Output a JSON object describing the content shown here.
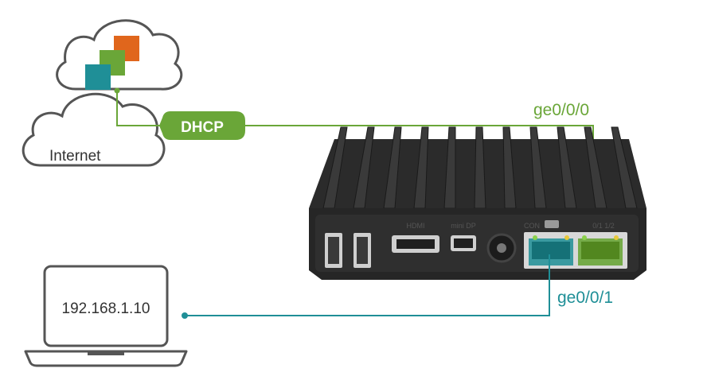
{
  "cloud_internet": {
    "label": "Internet"
  },
  "dhcp_badge": {
    "label": "DHCP"
  },
  "ports": {
    "wan": {
      "label": "ge0/0/0"
    },
    "lan": {
      "label": "ge0/0/1"
    }
  },
  "laptop": {
    "ip": "192.168.1.10"
  },
  "device": {
    "port_labels": [
      "HDMI",
      "mini DP",
      "CON",
      "0/1 1/2"
    ]
  },
  "colors": {
    "green": "#6aa638",
    "teal": "#1f8f97",
    "orange": "#e0661c",
    "device_body": "#2b2b2b",
    "outline": "#555555"
  }
}
